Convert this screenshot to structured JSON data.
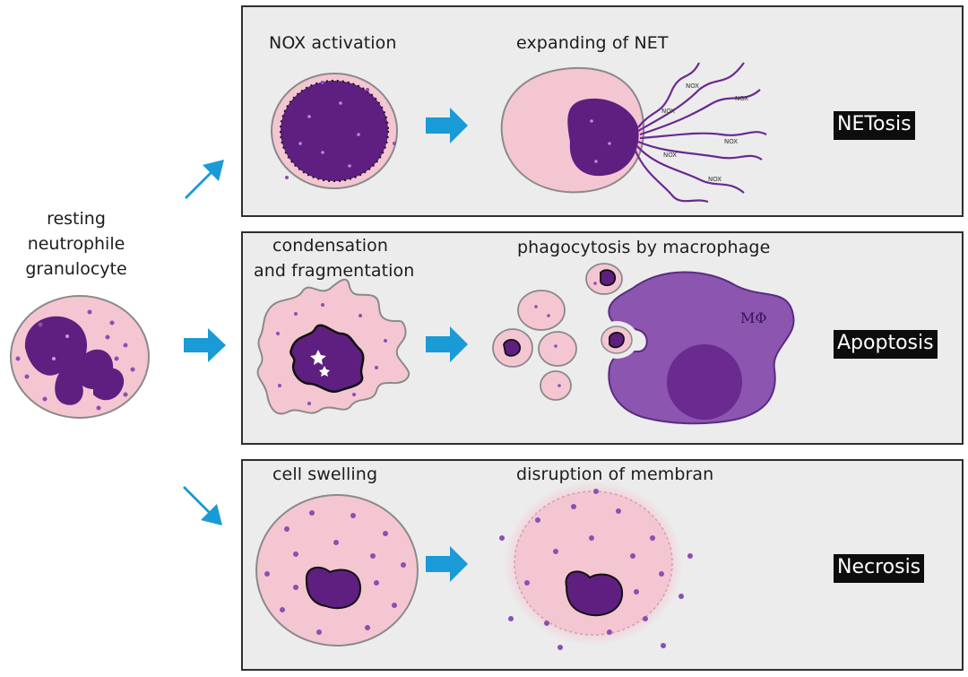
{
  "resting": {
    "line1": "resting",
    "line2": "neutrophile",
    "line3": "granulocyte"
  },
  "panels": {
    "netosis": {
      "step1": "NOX activation",
      "step2": "expanding of NET",
      "tag": "NETosis",
      "net_text": "NOX"
    },
    "apoptosis": {
      "step1_line1": "condensation",
      "step1_line2": "and fragmentation",
      "step2": "phagocytosis by macrophage",
      "macrophage_label": "MΦ",
      "tag": "Apoptosis"
    },
    "necrosis": {
      "step1": "cell swelling",
      "step2": "disruption of membran",
      "tag": "Necrosis"
    }
  },
  "colors": {
    "cytoplasm": "#f4c6d2",
    "nucleus": "#5e1f80",
    "granule": "#8a4fb3",
    "arrow": "#1a9ad6",
    "macrophage": "#8b55b0",
    "panel_bg": "#ececec"
  }
}
